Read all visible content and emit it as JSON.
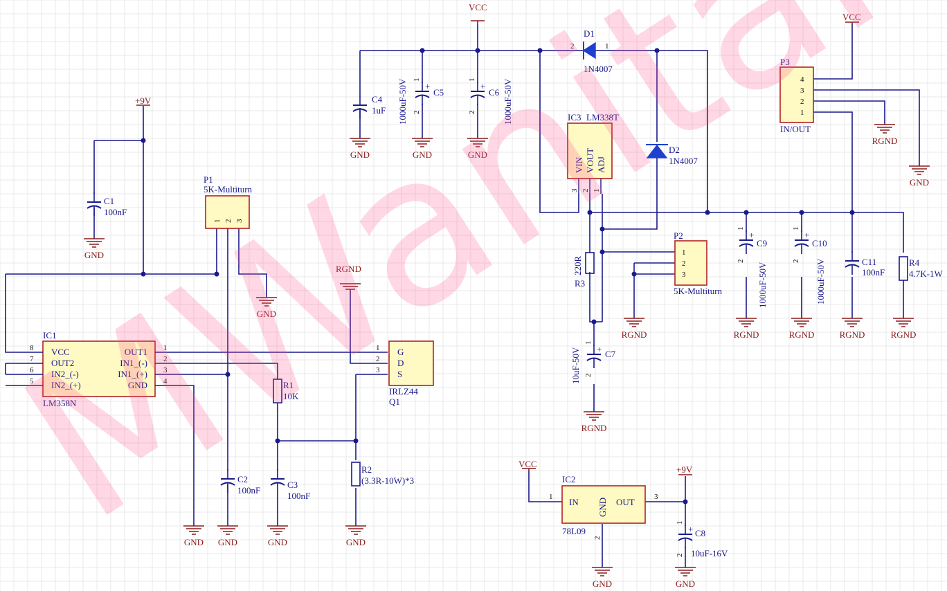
{
  "watermark": "MWanitar",
  "power": {
    "vcc": "VCC",
    "gnd": "GND",
    "rgnd": "RGND",
    "p9v": "+9V"
  },
  "components": {
    "IC1": {
      "ref": "IC1",
      "part": "LM358N",
      "pins_left": [
        "VCC",
        "OUT2",
        "IN2_(-)",
        "IN2_(+)"
      ],
      "pins_right": [
        "OUT1",
        "IN1_(-)",
        "IN1_(+)",
        "GND"
      ],
      "num_left": [
        "8",
        "7",
        "6",
        "5"
      ],
      "num_right": [
        "1",
        "2",
        "3",
        "4"
      ]
    },
    "IC2": {
      "ref": "IC2",
      "part": "78L09",
      "in": "IN",
      "gnd": "GND",
      "out": "OUT",
      "n1": "1",
      "n2": "2",
      "n3": "3"
    },
    "IC3": {
      "ref": "IC3",
      "part": "LM338T",
      "vin": "VIN",
      "vout": "VOUT",
      "adj": "ADJ",
      "n3": "3",
      "n2": "2",
      "n1": "1"
    },
    "Q1": {
      "ref": "Q1",
      "part": "IRLZ44",
      "g": "G",
      "d": "D",
      "s": "S",
      "n1": "1",
      "n2": "2",
      "n3": "3"
    },
    "P1": {
      "ref": "P1",
      "part": "5K-Multiturn",
      "n1": "1",
      "n2": "2",
      "n3": "3"
    },
    "P2": {
      "ref": "P2",
      "part": "5K-Multiturn",
      "n1": "1",
      "n2": "2",
      "n3": "3"
    },
    "P3": {
      "ref": "P3",
      "part": "IN/OUT",
      "n4": "4",
      "n3": "3",
      "n2": "2",
      "n1": "1"
    },
    "D1": {
      "ref": "D1",
      "part": "1N4007",
      "n2": "2",
      "n1": "1"
    },
    "D2": {
      "ref": "D2",
      "part": "1N4007"
    },
    "R1": {
      "ref": "R1",
      "value": "10K"
    },
    "R2": {
      "ref": "R2",
      "value": "(3.3R-10W)*3"
    },
    "R3": {
      "ref": "R3",
      "value": "220R"
    },
    "R4": {
      "ref": "R4",
      "value": "4.7K-1W"
    },
    "C1": {
      "ref": "C1",
      "value": "100nF"
    },
    "C2": {
      "ref": "C2",
      "value": "100nF"
    },
    "C3": {
      "ref": "C3",
      "value": "100nF"
    },
    "C4": {
      "ref": "C4",
      "value": "1uF"
    },
    "C5": {
      "ref": "C5",
      "value": "1000uF-50V"
    },
    "C6": {
      "ref": "C6",
      "value": "1000uF-50V"
    },
    "C7": {
      "ref": "C7",
      "value": "10uF-50V"
    },
    "C8": {
      "ref": "C8",
      "value": "10uF-16V"
    },
    "C9": {
      "ref": "C9",
      "value": "1000uF-50V"
    },
    "C10": {
      "ref": "C10",
      "value": "1000uF-50V"
    },
    "C11": {
      "ref": "C11",
      "value": "100nF"
    }
  },
  "pin_numbers": {
    "one": "1",
    "two": "2",
    "plus": "+"
  }
}
